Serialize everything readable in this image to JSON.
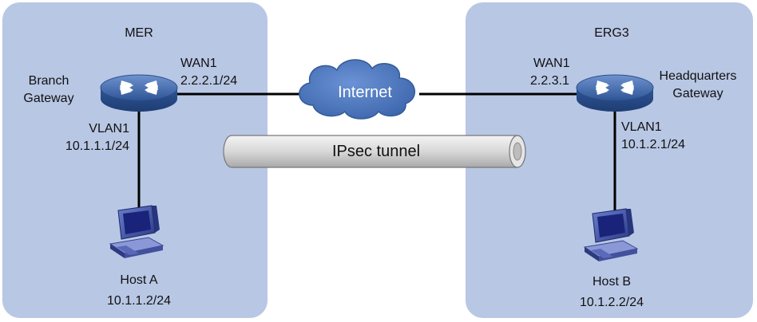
{
  "left_site": {
    "name": "MER",
    "router_label_line1": "Branch",
    "router_label_line2": "Gateway",
    "wan_name": "WAN1",
    "wan_ip": "2.2.2.1/24",
    "vlan_name": "VLAN1",
    "vlan_ip": "10.1.1.1/24",
    "host_name": "Host A",
    "host_ip": "10.1.1.2/24"
  },
  "right_site": {
    "name": "ERG3",
    "router_label_line1": "Headquarters",
    "router_label_line2": "Gateway",
    "wan_name": "WAN1",
    "wan_ip": "2.2.3.1",
    "vlan_name": "VLAN1",
    "vlan_ip": "10.1.2.1/24",
    "host_name": "Host B",
    "host_ip": "10.1.2.2/24"
  },
  "cloud_label": "Internet",
  "tunnel_label": "IPsec tunnel",
  "colors": {
    "zone_fill": "#b8c7e4",
    "router_blue": "#3d67a8",
    "cloud_blue": "#4470b8",
    "tunnel_gray": "#dcdcdc",
    "link": "#000000"
  },
  "icons": {
    "router": "router-icon",
    "cloud": "cloud-icon",
    "tunnel": "tunnel-pipe-icon",
    "host": "desktop-computer-icon"
  }
}
